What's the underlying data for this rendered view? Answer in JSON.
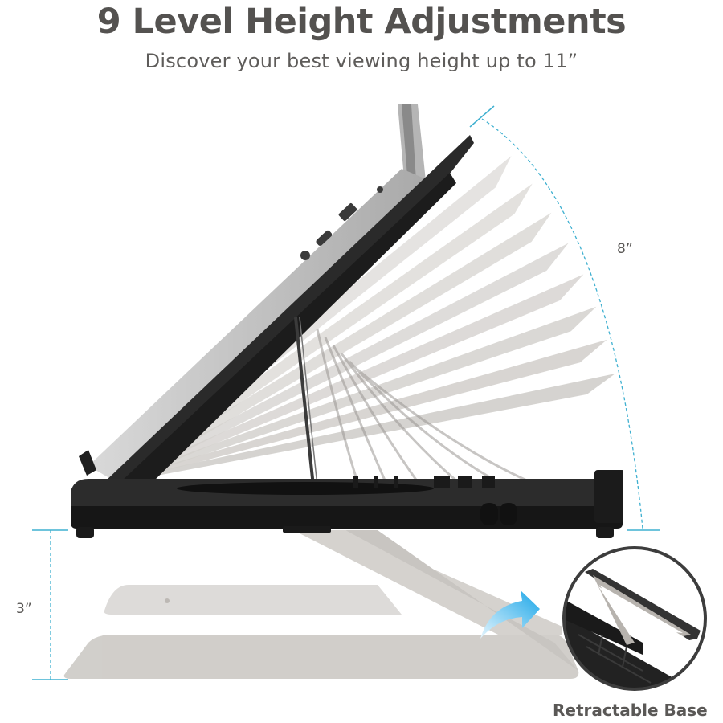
{
  "header": {
    "title": "9 Level Height Adjustments",
    "subtitle": "Discover your best viewing height up to 11”"
  },
  "dimensions": {
    "arc_label": "8”",
    "base_label": "3”"
  },
  "inset": {
    "caption": "Retractable Base"
  },
  "product": {
    "height_levels": 9,
    "max_height": "11”"
  },
  "colors": {
    "title": "#545250",
    "dimension_line": "#3fb0d0",
    "arrow": "#1aa6e8",
    "stand_dark": "#222222",
    "ghost_panel": "#cfccc8"
  }
}
